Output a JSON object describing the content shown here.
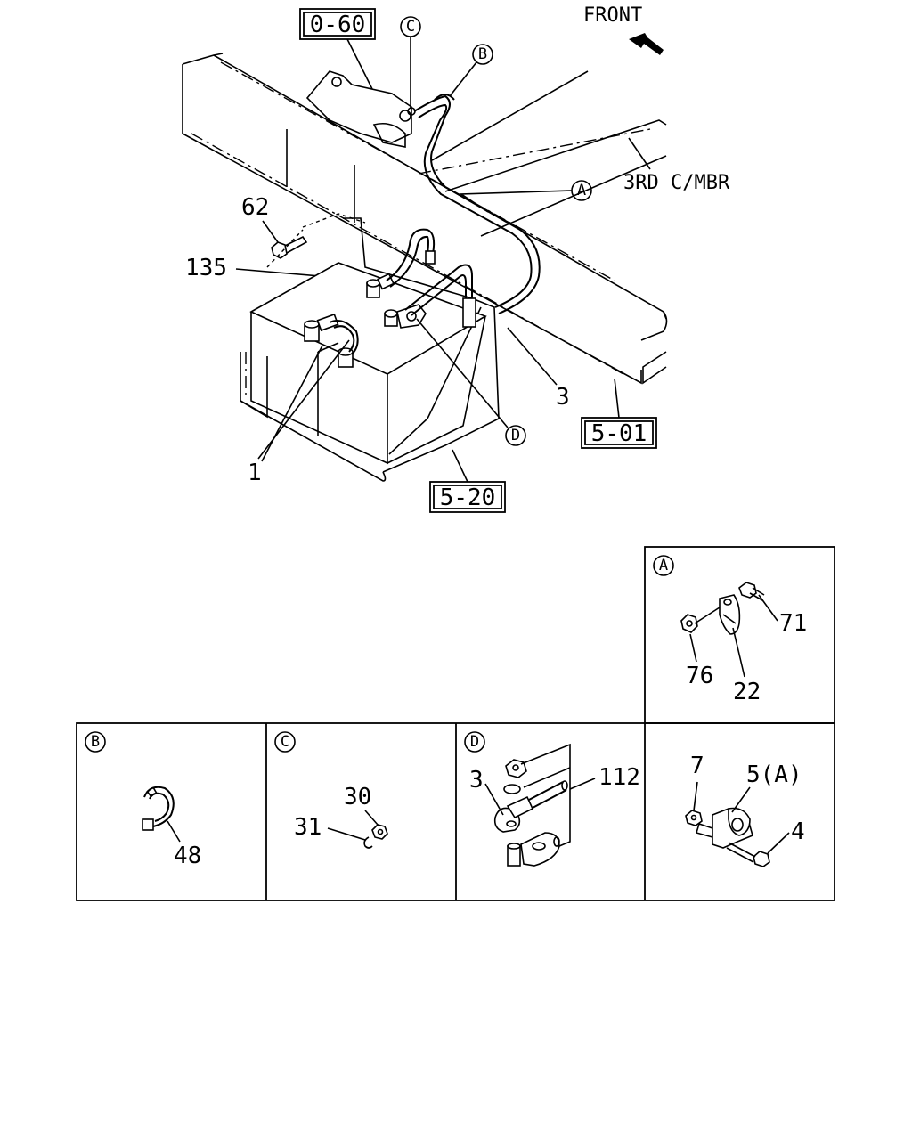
{
  "front_label": "FRONT",
  "member_label": "3RD C/MBR",
  "ref_boxes": {
    "r060": "0-60",
    "r501": "5-01",
    "r520": "5-20"
  },
  "callouts": {
    "a": "A",
    "b": "B",
    "c": "C",
    "d": "D"
  },
  "parts": {
    "p62": "62",
    "p135": "135",
    "p1": "1",
    "p3": "3",
    "p71": "71",
    "p76": "76",
    "p22": "22",
    "p48": "48",
    "p30": "30",
    "p31": "31",
    "p3d": "3",
    "p112": "112",
    "p7": "7",
    "p5a": "5(A)",
    "p4": "4"
  },
  "detail_panels": {
    "a": "A",
    "b": "B",
    "c": "C",
    "d": "D"
  }
}
